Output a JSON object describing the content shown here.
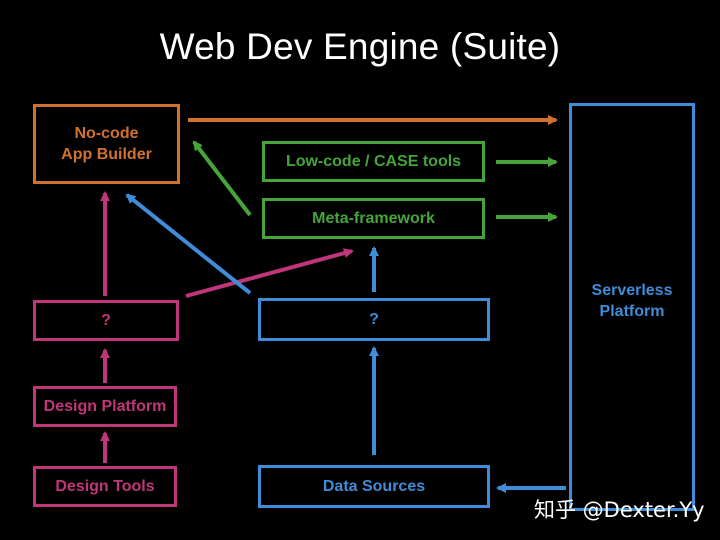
{
  "title": "Web Dev Engine (Suite)",
  "boxes": {
    "nocode": {
      "line1": "No-code",
      "line2": "App Builder"
    },
    "lowcode": "Low-code / CASE tools",
    "metaframework": "Meta-framework",
    "pink_unknown": "?",
    "blue_unknown": "?",
    "design_platform": "Design Platform",
    "design_tools": "Design Tools",
    "data_sources": "Data Sources",
    "serverless": {
      "line1": "Serverless",
      "line2": "Platform"
    }
  },
  "colors": {
    "orange": "#D0722E",
    "green": "#46A43A",
    "pink": "#C1367A",
    "blue": "#3F8CD8"
  },
  "watermark": "知乎 @Dexter.Yy"
}
